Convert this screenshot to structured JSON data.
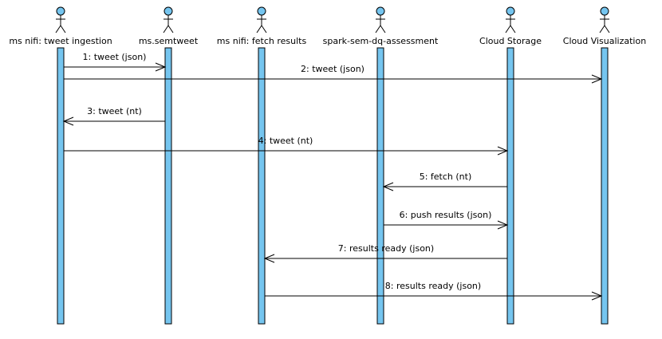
{
  "diagram": {
    "type": "sequence",
    "colors": {
      "lifeline_fill": "#75c5ef",
      "lifeline_stroke": "#000000",
      "actor_head_fill": "#75c5ef",
      "line": "#000000",
      "text": "#000000",
      "background": "#ffffff"
    },
    "participants": [
      {
        "id": "p1",
        "label": "ms nifi: tweet ingestion",
        "icon": "actor-stick-figure-icon"
      },
      {
        "id": "p2",
        "label": "ms.semtweet",
        "icon": "actor-stick-figure-icon"
      },
      {
        "id": "p3",
        "label": "ms nifi: fetch results",
        "icon": "actor-stick-figure-icon"
      },
      {
        "id": "p4",
        "label": "spark-sem-dq-assessment",
        "icon": "actor-stick-figure-icon"
      },
      {
        "id": "p5",
        "label": "Cloud Storage",
        "icon": "actor-stick-figure-icon"
      },
      {
        "id": "p6",
        "label": "Cloud Visualization",
        "icon": "actor-stick-figure-icon"
      }
    ],
    "messages": [
      {
        "seq": 1,
        "label": "1: tweet (json)",
        "from": "p1",
        "to": "p2"
      },
      {
        "seq": 2,
        "label": "2: tweet (json)",
        "from": "p1",
        "to": "p6"
      },
      {
        "seq": 3,
        "label": "3: tweet (nt)",
        "from": "p2",
        "to": "p1"
      },
      {
        "seq": 4,
        "label": "4: tweet (nt)",
        "from": "p1",
        "to": "p5"
      },
      {
        "seq": 5,
        "label": "5: fetch (nt)",
        "from": "p5",
        "to": "p4"
      },
      {
        "seq": 6,
        "label": "6: push results (json)",
        "from": "p4",
        "to": "p5"
      },
      {
        "seq": 7,
        "label": "7: results ready (json)",
        "from": "p5",
        "to": "p3"
      },
      {
        "seq": 8,
        "label": "8: results ready (json)",
        "from": "p3",
        "to": "p6"
      }
    ]
  }
}
